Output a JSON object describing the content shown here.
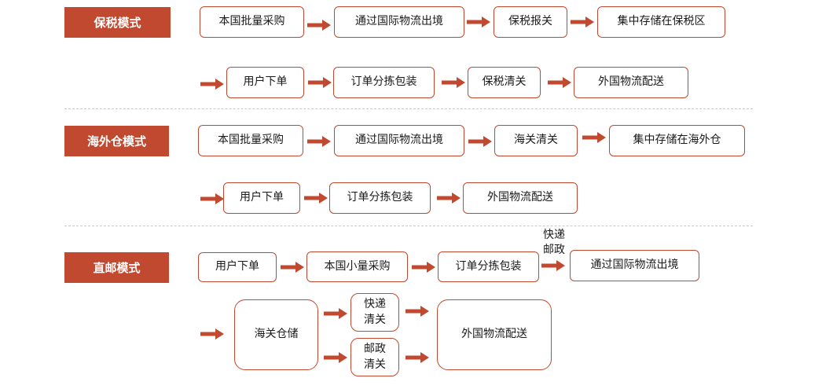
{
  "colors": {
    "accent": "#c0492f",
    "divider": "#c8c8c8"
  },
  "bonded": {
    "label": "保税模式",
    "row1": [
      "本国批量采购",
      "通过国际物流出境",
      "保税报关",
      "集中存储在保税区"
    ],
    "row2": [
      "用户下单",
      "订单分拣包装",
      "保税清关",
      "外国物流配送"
    ]
  },
  "overseas": {
    "label": "海外仓模式",
    "row1": [
      "本国批量采购",
      "通过国际物流出境",
      "海关清关",
      "集中存储在海外仓"
    ],
    "row2": [
      "用户下单",
      "订单分拣包装",
      "外国物流配送"
    ]
  },
  "direct": {
    "label": "直邮模式",
    "row1": [
      "用户下单",
      "本国小量采购",
      "订单分拣包装",
      "通过国际物流出境"
    ],
    "row1_note": "快递\n邮政",
    "customs_storage": "海关仓储",
    "express_clearance": "快递\n清关",
    "postal_clearance": "邮政\n清关",
    "delivery": "外国物流配送"
  },
  "icons": {
    "flow_arrow": "arrow-right-icon"
  }
}
